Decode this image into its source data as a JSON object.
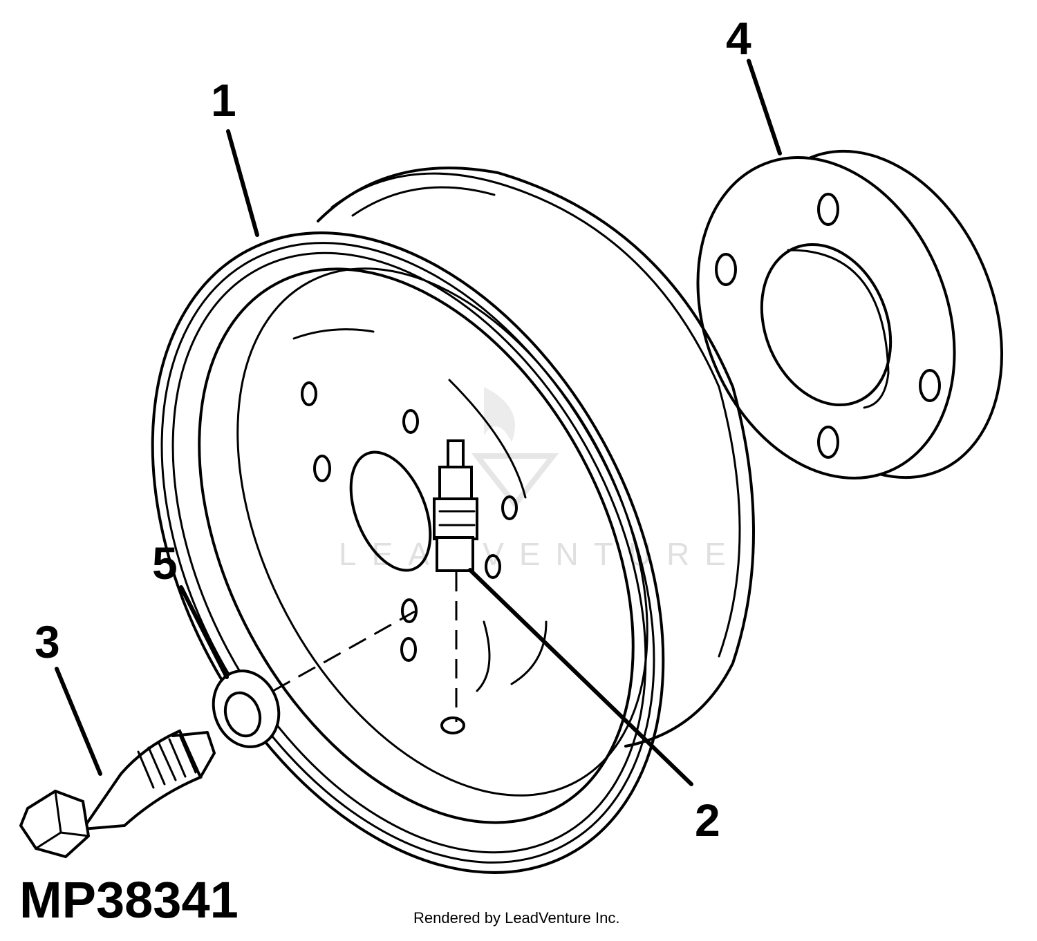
{
  "figure": {
    "id": "MP38341",
    "credit": "Rendered by LeadVenture Inc.",
    "watermark": "LEADVENTURE"
  },
  "callouts": [
    {
      "number": "1",
      "part": "wheel-rim"
    },
    {
      "number": "2",
      "part": "valve-stem"
    },
    {
      "number": "3",
      "part": "bolt"
    },
    {
      "number": "4",
      "part": "spacer-plate"
    },
    {
      "number": "5",
      "part": "washer"
    }
  ]
}
